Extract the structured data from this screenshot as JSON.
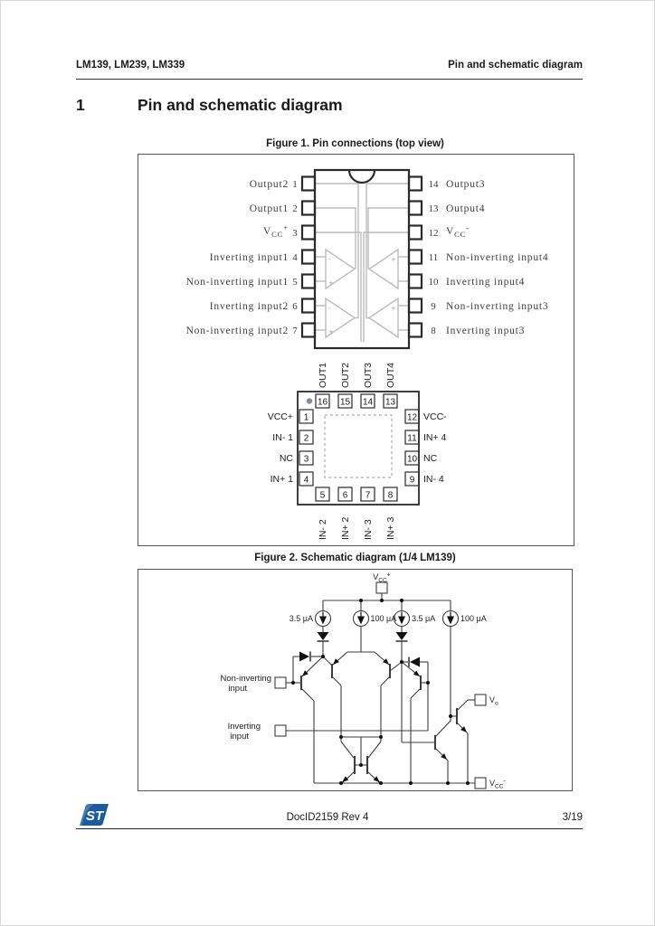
{
  "page": {
    "header_left": "LM139, LM239, LM339",
    "header_right": "Pin and schematic diagram",
    "section_number": "1",
    "section_title": "Pin and schematic diagram"
  },
  "figure1": {
    "caption": "Figure 1. Pin connections (top view)",
    "dip": {
      "left_pins": [
        {
          "n": "1",
          "label": "Output2"
        },
        {
          "n": "2",
          "label": "Output1"
        },
        {
          "n": "3",
          "label": "VCC+"
        },
        {
          "n": "4",
          "label": "Inverting input1"
        },
        {
          "n": "5",
          "label": "Non-inverting input1"
        },
        {
          "n": "6",
          "label": "Inverting input2"
        },
        {
          "n": "7",
          "label": "Non-inverting input2"
        }
      ],
      "right_pins": [
        {
          "n": "14",
          "label": "Output3"
        },
        {
          "n": "13",
          "label": "Output4"
        },
        {
          "n": "12",
          "label": "VCC-"
        },
        {
          "n": "11",
          "label": "Non-inverting input4"
        },
        {
          "n": "10",
          "label": "Inverting input4"
        },
        {
          "n": "9",
          "label": "Non-inverting input3"
        },
        {
          "n": "8",
          "label": "Inverting input3"
        }
      ],
      "vcc_plus": {
        "v": "V",
        "sub": "CC",
        "sup": "+"
      },
      "vcc_minus": {
        "v": "V",
        "sub": "CC",
        "sup": "-"
      },
      "mark_plus": "+",
      "mark_minus": "-"
    },
    "qfn": {
      "top": [
        {
          "n": "16",
          "label": "OUT1"
        },
        {
          "n": "15",
          "label": "OUT2"
        },
        {
          "n": "14",
          "label": "OUT3"
        },
        {
          "n": "13",
          "label": "OUT4"
        }
      ],
      "bottom": [
        {
          "n": "5",
          "label": "IN- 2"
        },
        {
          "n": "6",
          "label": "IN+ 2"
        },
        {
          "n": "7",
          "label": "IN- 3"
        },
        {
          "n": "8",
          "label": "IN+ 3"
        }
      ],
      "left": [
        {
          "n": "1",
          "label": "VCC+"
        },
        {
          "n": "2",
          "label": "IN- 1"
        },
        {
          "n": "3",
          "label": "NC"
        },
        {
          "n": "4",
          "label": "IN+ 1"
        }
      ],
      "right": [
        {
          "n": "12",
          "label": "VCC-"
        },
        {
          "n": "11",
          "label": "IN+ 4"
        },
        {
          "n": "10",
          "label": "NC"
        },
        {
          "n": "9",
          "label": "IN- 4"
        }
      ]
    }
  },
  "figure2": {
    "caption": "Figure 2. Schematic diagram (1/4 LM139)",
    "supply_top": {
      "v": "V",
      "sub": "CC",
      "sup": "+"
    },
    "supply_bottom": {
      "v": "V",
      "sub": "CC",
      "sup": "-"
    },
    "output": {
      "v": "V",
      "sub": "o"
    },
    "current_sources": [
      "3.5 μA",
      "100 μA",
      "3.5 μA",
      "100 μA"
    ],
    "noninverting_label": [
      "Non-inverting",
      "input"
    ],
    "inverting_label": [
      "Inverting",
      "input"
    ]
  },
  "footer": {
    "doc_id": "DocID2159 Rev 4",
    "page_num": "3/19",
    "logo_text": "ST"
  },
  "colors": {
    "logo_blue": "#1b5ba0",
    "trace_gray": "#bcbcbc",
    "line_dark": "#3c3c3c"
  }
}
